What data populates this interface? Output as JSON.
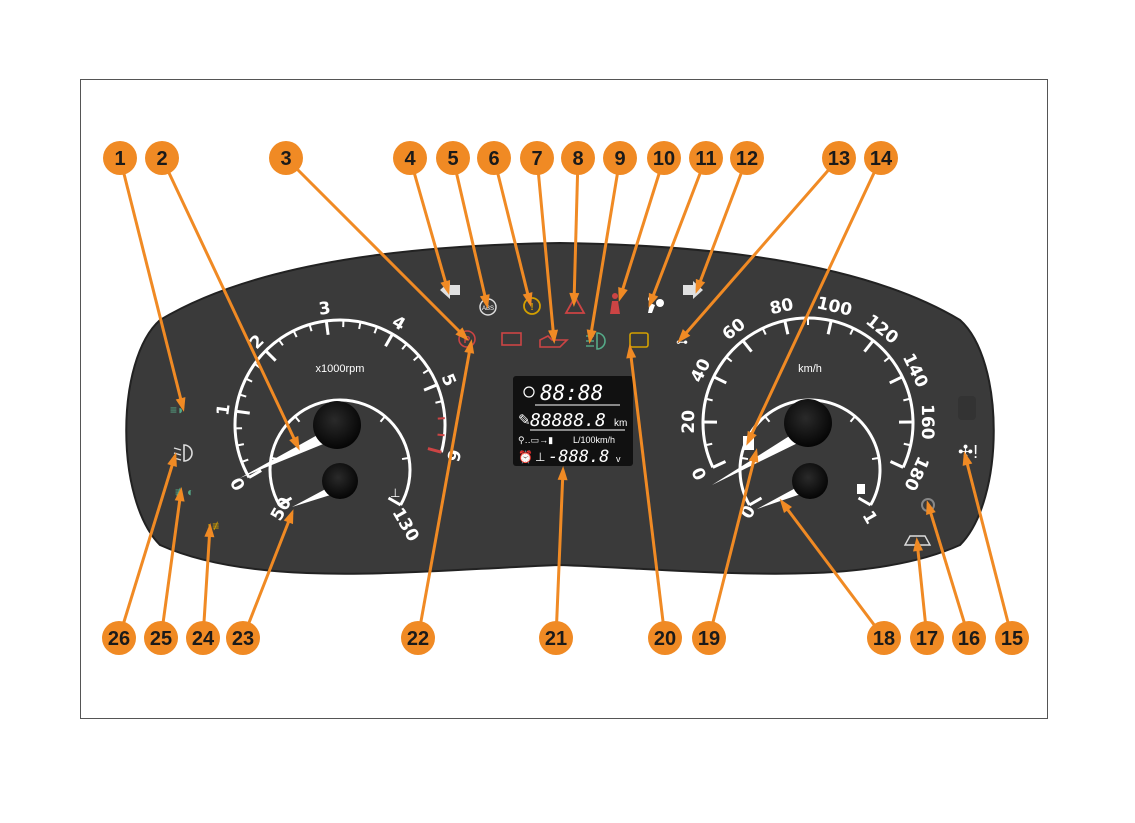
{
  "tachometer": {
    "unit_label": "x1000rpm",
    "ticks": [
      "0",
      "1",
      "2",
      "3",
      "4",
      "5",
      "6"
    ]
  },
  "temperature_gauge": {
    "min_label": "50",
    "max_label": "130"
  },
  "speedometer": {
    "unit_label": "km/h",
    "ticks": [
      "0",
      "20",
      "40",
      "60",
      "80",
      "100",
      "120",
      "140",
      "160",
      "180"
    ]
  },
  "fuel_gauge": {
    "min_label": "0",
    "max_label": "1"
  },
  "display": {
    "clock": "88:88",
    "odometer": "88888.8",
    "odometer_unit": "km",
    "consumption_unit": "L/100km/h",
    "voltage": "-888.8",
    "voltage_unit": "v"
  },
  "callouts": [
    "1",
    "2",
    "3",
    "4",
    "5",
    "6",
    "7",
    "8",
    "9",
    "10",
    "11",
    "12",
    "13",
    "14",
    "15",
    "16",
    "17",
    "18",
    "19",
    "20",
    "21",
    "22",
    "23",
    "24",
    "25",
    "26"
  ],
  "colors": {
    "callout_fill": "#f08a24",
    "panel": "#3a3a3a",
    "leader": "#f08a24"
  },
  "icons": [
    "parking-lights-icon",
    "low-beam-icon",
    "front-fog-icon",
    "rear-fog-icon",
    "parking-brake-icon",
    "battery-icon",
    "oil-pressure-icon",
    "high-beam-icon",
    "check-engine-icon",
    "turn-left-icon",
    "abs-icon",
    "brake-fault-icon",
    "hazard-icon",
    "seatbelt-icon",
    "airbag-icon",
    "turn-right-icon",
    "door-open-icon",
    "immobilizer-icon",
    "car-icon",
    "fan-warning-icon",
    "fuel-icon",
    "coolant-icon"
  ]
}
